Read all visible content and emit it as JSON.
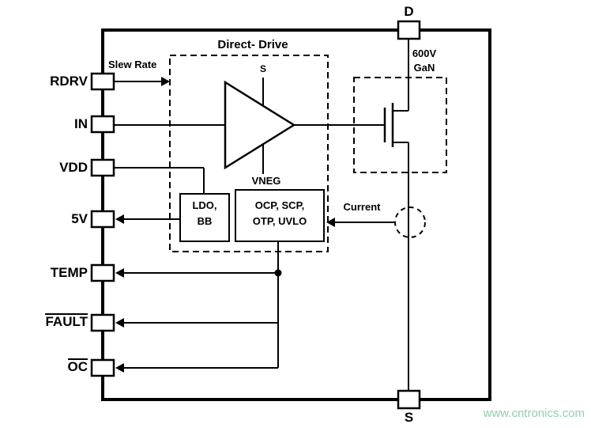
{
  "diagram": {
    "direct_drive_title": "Direct- Drive",
    "slew_rate_label": "Slew Rate",
    "amp_top_label": "S",
    "amp_bottom_label": "VNEG",
    "ldo_box": {
      "line1": "LDO,",
      "line2": "BB"
    },
    "protection_box": {
      "line1": "OCP, SCP,",
      "line2": "OTP, UVLO"
    },
    "current_label": "Current",
    "gan_label": {
      "line1": "600V",
      "line2": "GaN"
    },
    "drain_pin": "D",
    "source_pin": "S",
    "left_pins": [
      {
        "label": "RDRV"
      },
      {
        "label": "IN"
      },
      {
        "label": "VDD"
      },
      {
        "label": "5V"
      },
      {
        "label": "TEMP"
      },
      {
        "label": "FAULT"
      },
      {
        "label": "OC"
      }
    ],
    "watermark": "www.cntronics.com",
    "colors": {
      "line": "#000000",
      "watermark": "#90cfa8"
    }
  }
}
